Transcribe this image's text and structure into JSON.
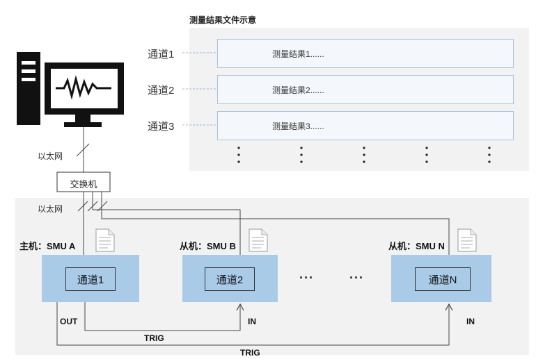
{
  "result_file_title": "测量结果文件示意",
  "channels": [
    {
      "label": "通道1",
      "result": "测量结果1......"
    },
    {
      "label": "通道2",
      "result": "测量结果2......"
    },
    {
      "label": "通道3",
      "result": "测量结果3......"
    }
  ],
  "ethernet_label_top": "以太网",
  "switch_label": "交换机",
  "ethernet_label_bottom": "以太网",
  "smu_master": {
    "title": "主机：SMU A",
    "channel": "通道1"
  },
  "smu_slave_b": {
    "title": "从机：SMU B",
    "channel": "通道2"
  },
  "smu_slave_n": {
    "title": "从机：SMU N",
    "channel": "通道N"
  },
  "ellipsis_1": "···",
  "ellipsis_2": "···",
  "out_label": "OUT",
  "in_label_b": "IN",
  "in_label_n": "IN",
  "trig_label_1": "TRIG",
  "trig_label_2": "TRIG",
  "colors": {
    "smu_fill": "#a9cbe8",
    "result_border": "#aac2dd",
    "panel": "#f2f2f2",
    "dashed": "#9bb8d8"
  }
}
